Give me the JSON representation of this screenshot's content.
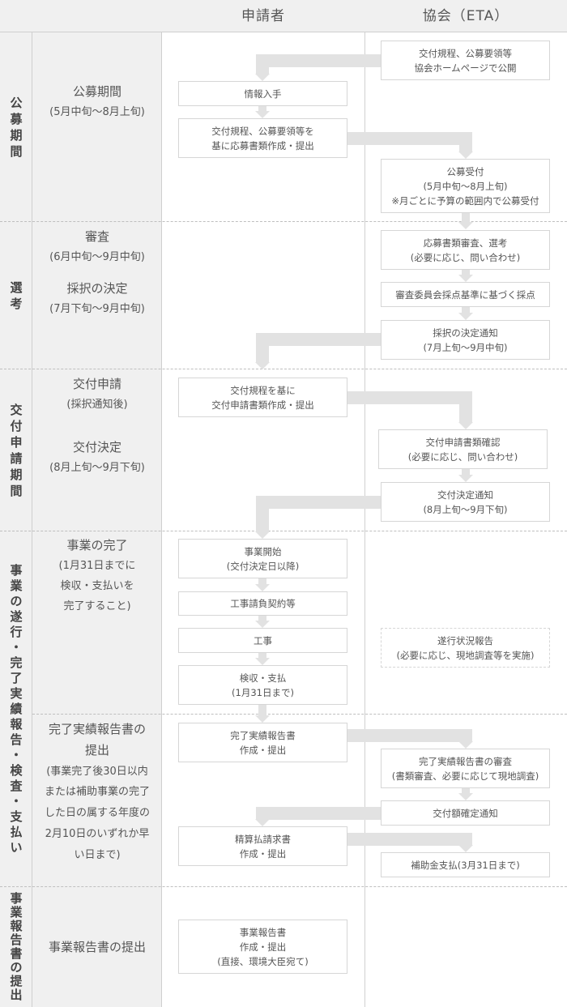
{
  "header": {
    "applicant": "申請者",
    "eta": "協会（ETA）"
  },
  "phases": {
    "p1": [
      "公",
      "募",
      "期",
      "間"
    ],
    "p2": [
      "選",
      "考"
    ],
    "p3": [
      "交",
      "付",
      "申",
      "請",
      "期",
      "間"
    ],
    "p4": [
      "事",
      "業",
      "の",
      "遂",
      "行",
      "・",
      "完",
      "了",
      "実",
      "績",
      "報",
      "告",
      "・",
      "検",
      "査",
      "・",
      "支",
      "払",
      "い"
    ],
    "p5": [
      "事",
      "業",
      "報",
      "告",
      "書",
      "の",
      "提",
      "出"
    ]
  },
  "periods": {
    "koubo": {
      "title": "公募期間",
      "sub": "(5月中旬〜8月上旬)"
    },
    "shinsa": {
      "title": "審査",
      "sub": "(6月中旬〜9月中旬)"
    },
    "saitaku": {
      "title": "採択の決定",
      "sub": "(7月下旬〜9月中旬)"
    },
    "koufu_shinsei": {
      "title": "交付申請",
      "sub": "(採択通知後)"
    },
    "koufu_kettei": {
      "title": "交付決定",
      "sub": "(8月上旬〜9月下旬)"
    },
    "kanryou": {
      "title": "事業の完了",
      "sub1": "(1月31日までに",
      "sub2": "検収・支払いを",
      "sub3": "完了すること)"
    },
    "jisseki": {
      "t1": "完了実績報告書の",
      "t2": "提出",
      "s1": "(事業完了後30日以内",
      "s2": "または補助事業の完了",
      "s3": "した日の属する年度の",
      "s4": "2月10日のいずれか早",
      "s5": "い日まで)"
    },
    "jigyou": {
      "title": "事業報告書の提出"
    }
  },
  "boxes": {
    "kouhyou": [
      "交付規程、公募要領等",
      "協会ホームページで公開"
    ],
    "jouhou": [
      "情報入手"
    ],
    "sakusei": [
      "交付規程、公募要領等を",
      "基に応募書類作成・提出"
    ],
    "uketsuke": [
      "公募受付",
      "(5月中旬〜8月上旬)",
      "※月ごとに予算の範囲内で公募受付"
    ],
    "shinsa": [
      "応募書類審査、選考",
      "(必要に応じ、問い合わせ)"
    ],
    "saiten": [
      "審査委員会採点基準に基づく採点"
    ],
    "tsuchi": [
      "採択の決定通知",
      "(7月上旬〜9月中旬)"
    ],
    "koufu_sakusei": [
      "交付規程を基に",
      "交付申請書類作成・提出"
    ],
    "koufu_kakunin": [
      "交付申請書類確認",
      "(必要に応じ、問い合わせ)"
    ],
    "kettei_tsuchi": [
      "交付決定通知",
      "(8月上旬〜9月下旬)"
    ],
    "kaishi": [
      "事業開始",
      "(交付決定日以降)"
    ],
    "keiyaku": [
      "工事請負契約等"
    ],
    "kouji": [
      "工事"
    ],
    "kenshu": [
      "検収・支払",
      "(1月31日まで)"
    ],
    "suikou": [
      "遂行状況報告",
      "(必要に応じ、現地調査等を実施)"
    ],
    "kanryou_hokoku": [
      "完了実績報告書",
      "作成・提出"
    ],
    "kanryou_shinsa": [
      "完了実績報告書の審査",
      "(書類審査、必要に応じて現地調査)"
    ],
    "gaku_kakutei": [
      "交付額確定通知"
    ],
    "seisan": [
      "精算払請求書",
      "作成・提出"
    ],
    "shiharai": [
      "補助金支払(3月31日まで)"
    ],
    "jigyou_hokoku": [
      "事業報告書",
      "作成・提出",
      "(直接、環境大臣宛て)"
    ]
  }
}
